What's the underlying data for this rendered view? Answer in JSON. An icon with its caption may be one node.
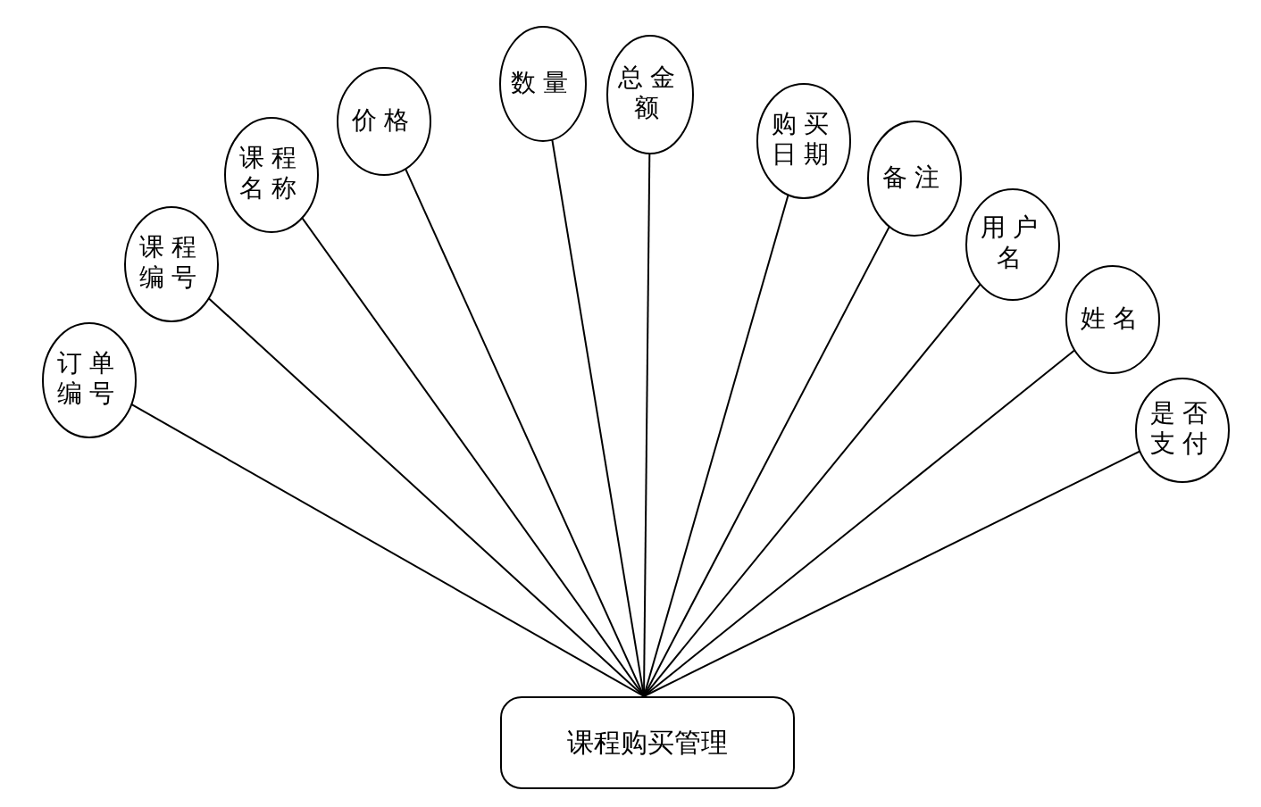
{
  "diagram": {
    "nodes": [
      {
        "text": [
          "订单编号"
        ]
      },
      {
        "text": [
          "课程编号"
        ]
      },
      {
        "text": [
          "课程名称"
        ]
      },
      {
        "text": [
          "价格"
        ]
      },
      {
        "text": [
          "数量"
        ]
      },
      {
        "text": [
          "总金额"
        ]
      },
      {
        "text": [
          "购买日期"
        ]
      },
      {
        "text": [
          "备注"
        ]
      },
      {
        "text": [
          "用户名"
        ]
      },
      {
        "text": [
          "姓名"
        ]
      },
      {
        "text": [
          "是否支付"
        ]
      },
      {
        "text": [
          "课程购买管理"
        ]
      }
    ],
    "edges": [
      {
        "from": 0,
        "to": 11,
        "arrow": "none"
      },
      {
        "from": 1,
        "to": 11,
        "arrow": "none"
      },
      {
        "from": 2,
        "to": 11,
        "arrow": "none"
      },
      {
        "from": 3,
        "to": 11,
        "arrow": "none"
      },
      {
        "from": 4,
        "to": 11,
        "arrow": "none"
      },
      {
        "from": 5,
        "to": 11,
        "arrow": "none"
      },
      {
        "from": 6,
        "to": 11,
        "arrow": "none"
      },
      {
        "from": 7,
        "to": 11,
        "arrow": "none"
      },
      {
        "from": 8,
        "to": 11,
        "arrow": "none"
      },
      {
        "from": 9,
        "to": 11,
        "arrow": "none"
      },
      {
        "from": 10,
        "to": 11,
        "arrow": "none"
      }
    ]
  }
}
